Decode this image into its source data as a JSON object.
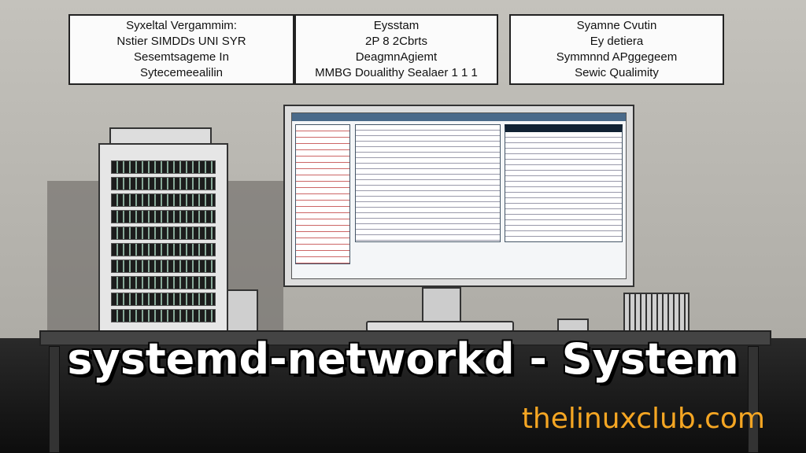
{
  "signs": [
    {
      "lines": [
        "Syxeltal Vergammim:",
        "Nstier SIMDDs UNI SYR",
        "Sesemtsageme In",
        "Sytecemeealilin"
      ]
    },
    {
      "lines": [
        "Eysstam",
        "2P 8 2Cbrts",
        "DeagmnAgiemt",
        "MMBG Doualithy Sealaer 1 1 1"
      ]
    },
    {
      "lines": [
        "Syamne Cvutin",
        "Ey detiera",
        "Symmnnd APggegeem",
        "Sewic Qualimity"
      ]
    }
  ],
  "title": "systemd-networkd - System",
  "website": "thelinuxclub.com",
  "colors": {
    "website": "#f5a623",
    "title": "#ffffff"
  }
}
